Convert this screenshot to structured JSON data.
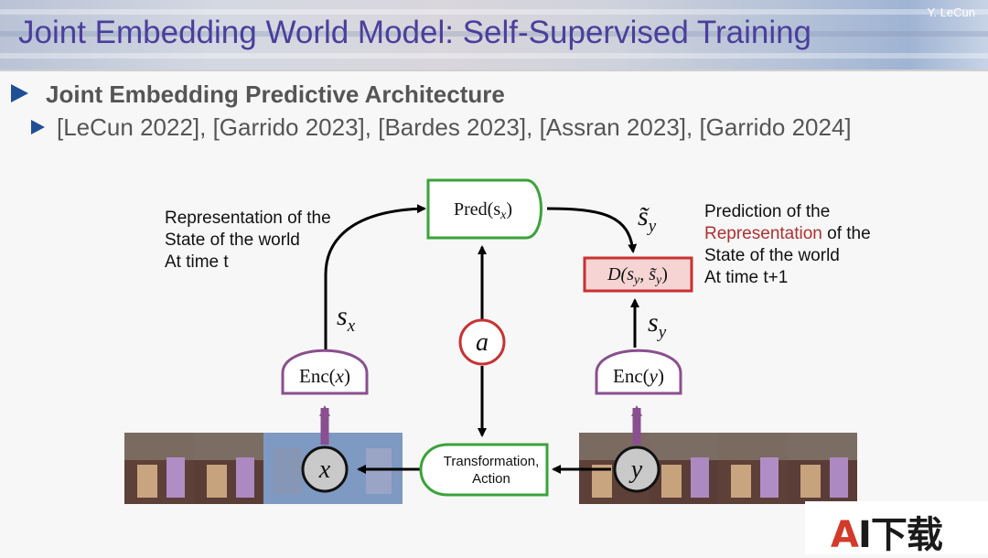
{
  "slide": {
    "title": "Joint Embedding World Model: Self-Supervised Training",
    "author": "Y. LeCun"
  },
  "bullets": [
    {
      "text": "Joint Embedding Predictive Architecture",
      "level": 1
    },
    {
      "text": "[LeCun 2022], [Garrido 2023], [Bardes 2023], [Assran 2023], [Garrido 2024]",
      "level": 2
    }
  ],
  "diagram": {
    "nodes": {
      "pred": "Pred(s",
      "pred_sub": "x",
      "pred_close": ")",
      "enc_x": "Enc(",
      "enc_x_var": "x",
      "enc_x_close": ")",
      "enc_y": "Enc(",
      "enc_y_var": "y",
      "enc_y_close": ")",
      "cost": "D(s",
      "cost_sub1": "y",
      "cost_mid": ", s̃",
      "cost_sub2": "y",
      "cost_close": ")",
      "action_var": "a",
      "x_var": "x",
      "y_var": "y",
      "transform_line1": "Transformation,",
      "transform_line2": "Action"
    },
    "labels": {
      "sx": "s",
      "sx_sub": "x",
      "sy": "s",
      "sy_sub": "y",
      "sy_tilde": "s̃",
      "sy_tilde_sub": "y"
    },
    "notes": {
      "left": [
        "Representation of the",
        "State of the world",
        "At time t"
      ],
      "right_1": "Prediction of the",
      "right_2a": "Representation",
      "right_2b": " of the",
      "right_3": "State of the world",
      "right_4": "At time t+1"
    },
    "colors": {
      "predictor": "#3aa33a",
      "encoder": "#8a4f8f",
      "cost_border": "#c83232",
      "cost_fill": "#f6d4d4",
      "action_circle": "#c83232",
      "highlight_text": "#b03030"
    }
  },
  "watermark": {
    "brand_a": "A",
    "brand_rest": "I下载"
  }
}
